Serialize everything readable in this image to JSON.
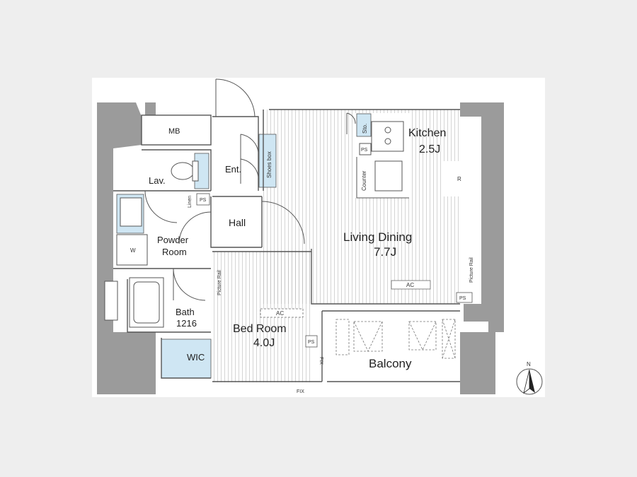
{
  "rooms": {
    "mb": "MB",
    "lav": "Lav.",
    "ent": "Ent.",
    "shoes_box": "Shoes box",
    "hall": "Hall",
    "powder_1": "Powder",
    "powder_2": "Room",
    "w": "W",
    "bath_1": "Bath",
    "bath_2": "1216",
    "wic": "WIC",
    "bed_1": "Bed Room",
    "bed_2": "4.0J",
    "living_1": "Living Dining",
    "living_2": "7.7J",
    "kitchen_1": "Kitchen",
    "kitchen_2": "2.5J",
    "balcony": "Balcony"
  },
  "fixtures": {
    "sto": "Sto.",
    "ps": "PS",
    "counter": "Counter",
    "r": "R",
    "ac": "AC",
    "picture_rail": "Picture Rail",
    "linen": "Linen",
    "fix": "FIX"
  },
  "compass": {
    "north": "N"
  },
  "colors": {
    "wall": "#9b9b9b",
    "blue": "#cfe6f3",
    "line": "#555555"
  }
}
